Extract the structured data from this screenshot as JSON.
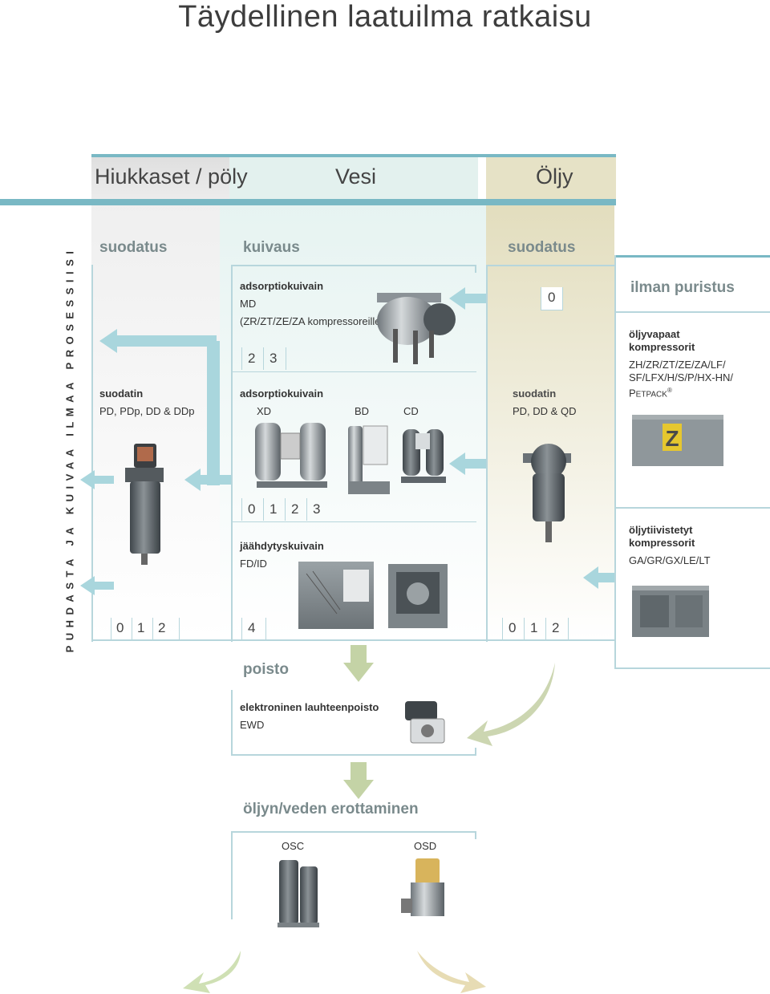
{
  "title": "Täydellinen laatuilma ratkaisu",
  "categories": {
    "particles": "Hiukkaset / pöly",
    "water": "Vesi",
    "oil": "Öljy"
  },
  "side_label": "PUHDASTA JA KUIVAA ILMAA PROSESSIISI",
  "sections": {
    "filter_left": "suodatus",
    "drying": "kuivaus",
    "filter_right": "suodatus",
    "drain": "poisto",
    "separation": "öljyn/veden erottaminen"
  },
  "filter_left": {
    "label": "suodatin",
    "models": "PD, PDp, DD & DDp",
    "levels": [
      "0",
      "1",
      "2"
    ]
  },
  "adsorption_md": {
    "label": "adsorptiokuivain",
    "model": "MD",
    "note": "(ZR/ZT/ZE/ZA kompressoreille)",
    "levels": [
      "2",
      "3"
    ]
  },
  "adsorption_xd": {
    "label": "adsorptiokuivain",
    "models": [
      "XD",
      "BD",
      "CD"
    ],
    "levels": [
      "0",
      "1",
      "2",
      "3"
    ]
  },
  "refrigerant": {
    "label": "jäähdytyskuivain",
    "model": "FD/ID",
    "levels": [
      "4"
    ]
  },
  "filter_right": {
    "label": "suodatin",
    "models": "PD, DD & QD",
    "top_level": "0",
    "levels": [
      "0",
      "1",
      "2"
    ]
  },
  "oil_free": {
    "heading": "ilman puristus",
    "title_line1": "öljyvapaat",
    "title_line2": "kompressorit",
    "models_line1": "ZH/ZR/ZT/ZE/ZA/LF/",
    "models_line2": "SF/LFX/H/S/P/HX-HN/",
    "models_line3_a": "P",
    "models_line3_b": "ETPACK",
    "models_line3_c": "®"
  },
  "oil_injected": {
    "title_line1": "öljytiivistetyt",
    "title_line2": "kompressorit",
    "models": "GA/GR/GX/LE/LT"
  },
  "drain": {
    "label": "elektroninen lauhteenpoisto",
    "model": "EWD"
  },
  "separation": {
    "osc": "OSC",
    "osd": "OSD"
  },
  "colors": {
    "accent": "#79b8c4",
    "water_bg": "#e8f4f1",
    "oil_bg": "#e6e2c8",
    "arrow": "#9fd0d8",
    "arrow_green": "#c2cfa3"
  }
}
